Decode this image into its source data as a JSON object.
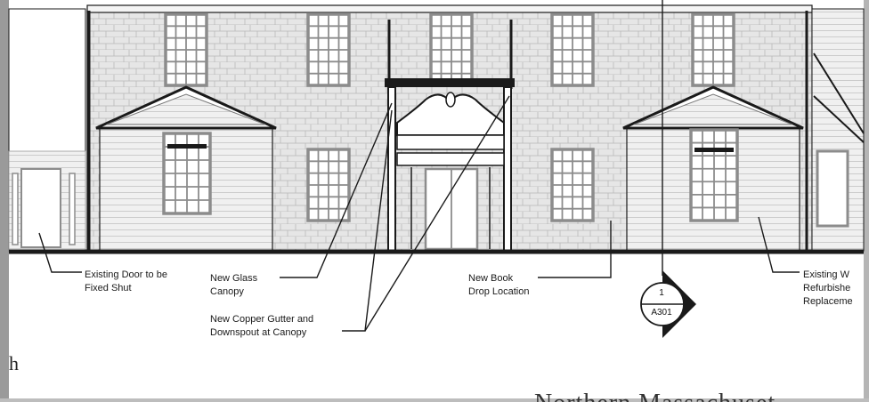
{
  "notes": [
    {
      "id": "existing-door",
      "lines": [
        "Existing Door to be",
        "Fixed Shut"
      ]
    },
    {
      "id": "glass-canopy",
      "lines": [
        "New Glass",
        "Canopy"
      ]
    },
    {
      "id": "copper-gutter",
      "lines": [
        "New Copper Gutter and",
        "Downspout at Canopy"
      ]
    },
    {
      "id": "book-drop",
      "lines": [
        "New Book",
        "Drop Location"
      ]
    },
    {
      "id": "existing-window",
      "lines": [
        "Existing W",
        "Refurbishe",
        "Replaceme"
      ]
    }
  ],
  "section_tag": {
    "number": "1",
    "sheet": "A301"
  },
  "fragments": {
    "left_letter": "h",
    "bottom_title": "Northern Massachuset"
  },
  "colors": {
    "line": "#1a1a1a",
    "stone": "#e6e6e6",
    "siding": "#f0f0f0",
    "window": "#8c8c8c"
  }
}
